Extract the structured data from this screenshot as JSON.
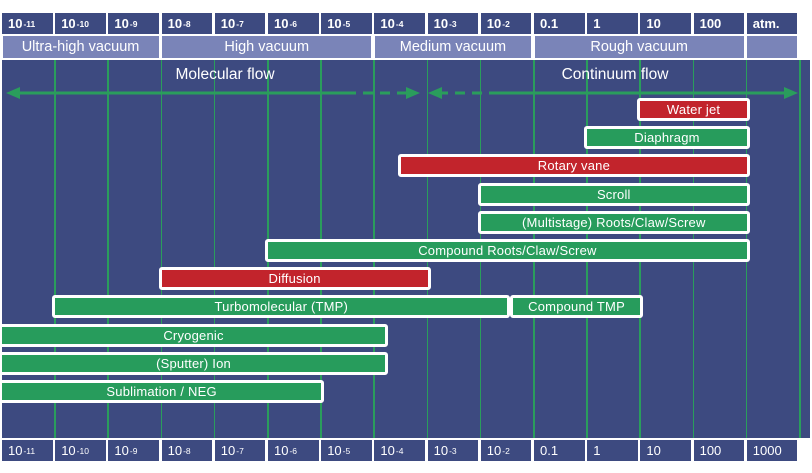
{
  "colors": {
    "background_navy": "#3D4A80",
    "band_periwinkle": "#7A84B8",
    "pump_green": "#279C5C",
    "pump_red": "#C2242C",
    "gridline_green": "#2A9D5C",
    "text_white": "#FFFFFF"
  },
  "top_axis": {
    "cells": [
      {
        "b": "10",
        "e": "-11"
      },
      {
        "b": "10",
        "e": "-10"
      },
      {
        "b": "10",
        "e": "-9"
      },
      {
        "b": "10",
        "e": "-8"
      },
      {
        "b": "10",
        "e": "-7"
      },
      {
        "b": "10",
        "e": "-6"
      },
      {
        "b": "10",
        "e": "-5"
      },
      {
        "b": "10",
        "e": "-4"
      },
      {
        "b": "10",
        "e": "-3"
      },
      {
        "b": "10",
        "e": "-2"
      },
      {
        "b": "0.1",
        "e": ""
      },
      {
        "b": "1",
        "e": ""
      },
      {
        "b": "10",
        "e": ""
      },
      {
        "b": "100",
        "e": ""
      },
      {
        "b": "atm.",
        "e": ""
      }
    ]
  },
  "bottom_axis": {
    "cells": [
      {
        "b": "10",
        "e": "-11"
      },
      {
        "b": "10",
        "e": "-10"
      },
      {
        "b": "10",
        "e": "-9"
      },
      {
        "b": "10",
        "e": "-8"
      },
      {
        "b": "10",
        "e": "-7"
      },
      {
        "b": "10",
        "e": "-6"
      },
      {
        "b": "10",
        "e": "-5"
      },
      {
        "b": "10",
        "e": "-4"
      },
      {
        "b": "10",
        "e": "-3"
      },
      {
        "b": "10",
        "e": "-2"
      },
      {
        "b": "0.1",
        "e": ""
      },
      {
        "b": "1",
        "e": ""
      },
      {
        "b": "10",
        "e": ""
      },
      {
        "b": "100",
        "e": ""
      },
      {
        "b": "1000",
        "e": ""
      }
    ]
  },
  "vacuum_bands": [
    {
      "label": "Ultra-high vacuum",
      "span_decades": 3
    },
    {
      "label": "High vacuum",
      "span_decades": 4
    },
    {
      "label": "Medium vacuum",
      "span_decades": 3
    },
    {
      "label": "Rough vacuum",
      "span_decades": 4
    },
    {
      "label": "",
      "span_decades": 1
    }
  ],
  "flow_regimes": {
    "molecular": {
      "label": "Molecular flow"
    },
    "continuum": {
      "label": "Continuum flow"
    }
  },
  "chart_data": {
    "type": "bar",
    "subtype": "horizontal-range (Gantt-style) pump operating pressure chart",
    "x_scale": "log10, one decade per column",
    "x_ticks_top": [
      "10^-11",
      "10^-10",
      "10^-9",
      "10^-8",
      "10^-7",
      "10^-6",
      "10^-5",
      "10^-4",
      "10^-3",
      "10^-2",
      "0.1",
      "1",
      "10",
      "100",
      "atm."
    ],
    "x_ticks_bottom": [
      "10^-11",
      "10^-10",
      "10^-9",
      "10^-8",
      "10^-7",
      "10^-6",
      "10^-5",
      "10^-4",
      "10^-3",
      "10^-2",
      "0.1",
      "1",
      "10",
      "100",
      "1000"
    ],
    "xlim_log10": [
      -11,
      4
    ],
    "grid": true,
    "pumps": [
      {
        "label": "Water jet",
        "color": "red",
        "row": 0,
        "log10_start": 1,
        "log10_end": 3
      },
      {
        "label": "Diaphragm",
        "color": "green",
        "row": 1,
        "log10_start": 0,
        "log10_end": 3
      },
      {
        "label": "Rotary vane",
        "color": "red",
        "row": 2,
        "log10_start": -3.5,
        "log10_end": 3
      },
      {
        "label": "Scroll",
        "color": "green",
        "row": 3,
        "log10_start": -2,
        "log10_end": 3
      },
      {
        "label": "(Multistage) Roots/Claw/Screw",
        "color": "green",
        "row": 4,
        "log10_start": -2,
        "log10_end": 3
      },
      {
        "label": "Compound Roots/Claw/Screw",
        "color": "green",
        "row": 5,
        "log10_start": -6,
        "log10_end": 3
      },
      {
        "label": "Diffusion",
        "color": "red",
        "row": 6,
        "log10_start": -8,
        "log10_end": -3
      },
      {
        "label": "Turbomolecular (TMP)",
        "color": "green",
        "row": 7,
        "log10_start": -10,
        "log10_end": -1.5
      },
      {
        "label": "Compound TMP",
        "color": "green",
        "row": 7,
        "log10_start": -1.4,
        "log10_end": 1
      },
      {
        "label": "Cryogenic",
        "color": "green",
        "row": 8,
        "log10_start": -11,
        "log10_end": -3.8
      },
      {
        "label": "(Sputter) Ion",
        "color": "green",
        "row": 9,
        "log10_start": -11,
        "log10_end": -3.8
      },
      {
        "label": "Sublimation / NEG",
        "color": "green",
        "row": 10,
        "log10_start": -11,
        "log10_end": -5
      }
    ]
  }
}
